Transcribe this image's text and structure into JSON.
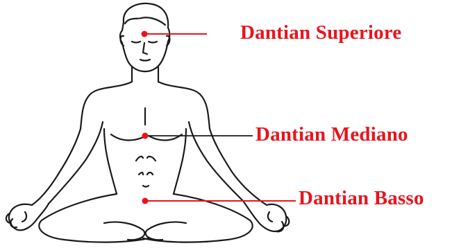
{
  "colors": {
    "accent": "#e8141c",
    "outline": "#1a1a1a",
    "background": "#ffffff"
  },
  "figure": {
    "subject": "meditating-figure"
  },
  "points": [
    {
      "id": "upper",
      "label": "Dantian Superiore"
    },
    {
      "id": "middle",
      "label": "Dantian Mediano"
    },
    {
      "id": "lower",
      "label": "Dantian Basso"
    }
  ]
}
